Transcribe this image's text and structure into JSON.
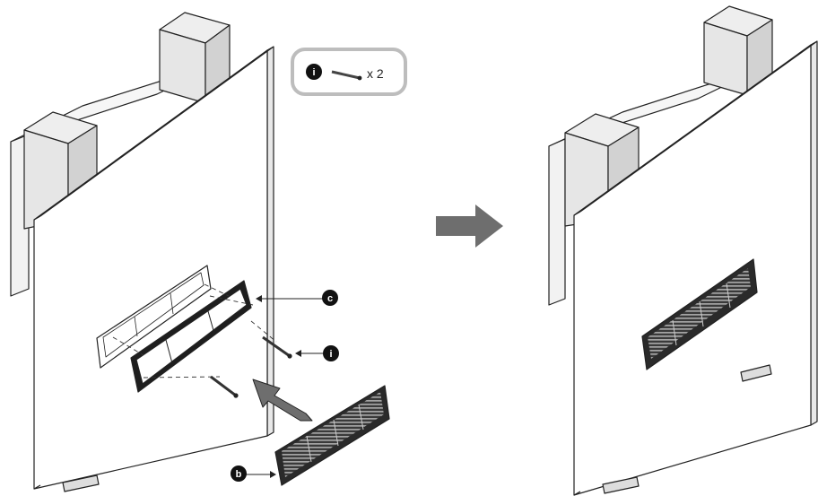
{
  "parts_box": {
    "callout_letter": "i",
    "quantity_text": "x 2"
  },
  "callouts": {
    "bracket": "c",
    "screw": "i",
    "grille": "b"
  },
  "colors": {
    "line": "#222222",
    "panel_face": "#ffffff",
    "block_fill": "#e6e6e6",
    "block_side": "#d2d2d2",
    "arrow_fill": "#6e6e6e",
    "callout_fill": "#111111",
    "box_border": "#bdbdbd"
  }
}
